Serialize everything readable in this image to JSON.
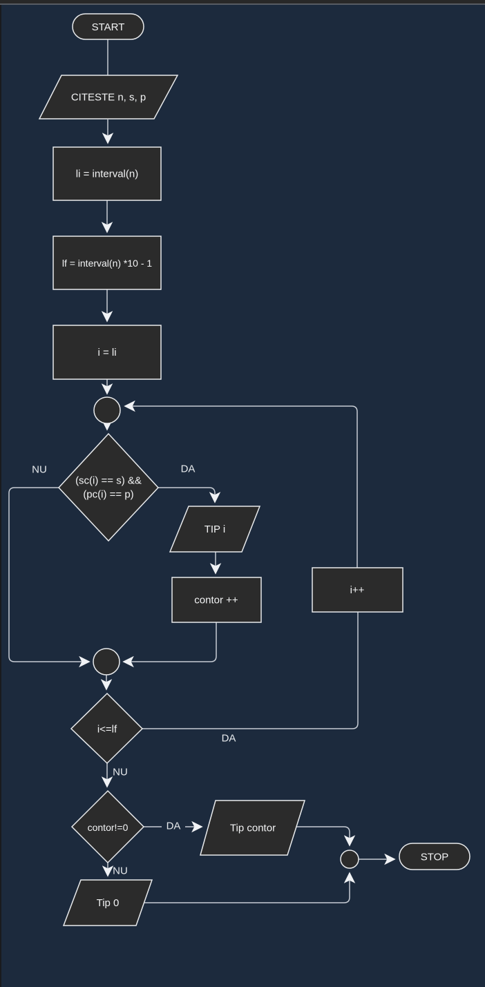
{
  "window": {
    "topbar_color": "#282828",
    "topbar_divider_color": "#585c63",
    "left_edge_color": "#191b1f",
    "canvas_color": "#1c2a3d"
  },
  "colors": {
    "shape_fill": "#2b2b2b",
    "shape_border": "#e9ebed",
    "line": "#c8cdd5",
    "arrowhead": "#f0f2f5",
    "text": "#f2f3f4"
  },
  "diagram": {
    "type": "flowchart",
    "nodes": {
      "start": "START",
      "read_input": "CITESTE n, s, p",
      "set_li": "li = interval(n)",
      "set_lf": "lf = interval(n) *10 - 1",
      "init_i": "i = li",
      "cond_match_line1": "(sc(i) == s) &&",
      "cond_match_line2": "(pc(i) == p)",
      "print_tip_i": "TIP i",
      "inc_contor": "contor ++",
      "inc_i": "i++",
      "cond_loop": "i<=lf",
      "cond_contor": "contor!=0",
      "print_tip_contor": "Tip contor",
      "print_tip_0": "Tip 0",
      "stop": "STOP"
    },
    "edge_labels": {
      "match_no": "NU",
      "match_yes": "DA",
      "loop_yes": "DA",
      "loop_no": "NU",
      "contor_yes": "DA",
      "contor_no": "NU"
    }
  }
}
